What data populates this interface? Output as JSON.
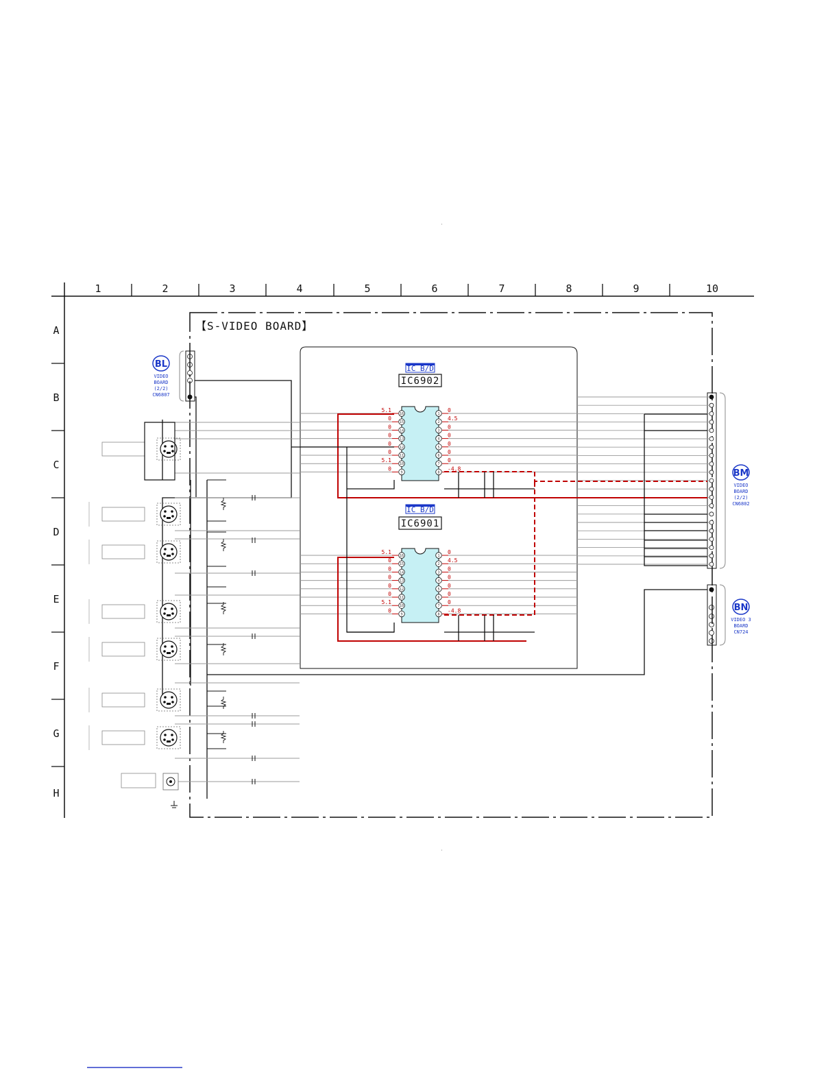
{
  "ruler": {
    "columns": [
      "1",
      "2",
      "3",
      "4",
      "5",
      "6",
      "7",
      "8",
      "9",
      "10"
    ],
    "rows": [
      "A",
      "B",
      "C",
      "D",
      "E",
      "F",
      "G",
      "H"
    ]
  },
  "board": {
    "title": "【S-VIDEO BOARD】"
  },
  "ics": [
    {
      "tag": "IC B/D",
      "name": "IC6902",
      "left_voltages": [
        "5.1",
        "0",
        "0",
        "0",
        "0",
        "0",
        "5.1",
        "0"
      ],
      "right_voltages": [
        "0",
        "4.5",
        "0",
        "0",
        "0",
        "0",
        "0",
        "-4.8"
      ]
    },
    {
      "tag": "IC B/D",
      "name": "IC6901",
      "left_voltages": [
        "5.1",
        "0",
        "0",
        "0",
        "0",
        "0",
        "5.1",
        "0"
      ],
      "right_voltages": [
        "0",
        "4.5",
        "0",
        "0",
        "0",
        "0",
        "0",
        "-4.8"
      ]
    }
  ],
  "connectors": {
    "bl": {
      "badge": "BL",
      "lines": [
        "VIDEO",
        "BOARD",
        "(2/2)",
        "CN6807"
      ]
    },
    "bm": {
      "badge": "BM",
      "lines": [
        "VIDEO",
        "BOARD",
        "(2/2)",
        "CN6802"
      ]
    },
    "bn": {
      "badge": "BN",
      "lines": [
        "VIDEO 3",
        "BOARD",
        "CN724"
      ]
    }
  },
  "colors": {
    "ink": "#111111",
    "signal": "#c00000",
    "annotation": "#1a37c8",
    "ic_fill": "#c6f0f4"
  },
  "icons": [
    "s-video-jack-icon",
    "rca-jack-icon",
    "resistor-icon",
    "capacitor-icon",
    "ground-icon"
  ]
}
